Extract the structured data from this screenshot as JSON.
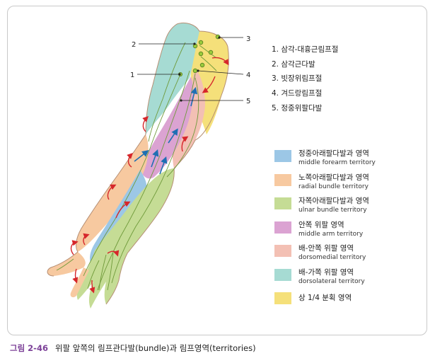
{
  "callouts": [
    "1",
    "2",
    "3",
    "4",
    "5"
  ],
  "labels": [
    "1. 삼각-대흉근림프절",
    "2. 삼각근다발",
    "3. 빗장위림프절",
    "4. 겨드랑림프절",
    "5. 정중위팔다발"
  ],
  "legend": [
    {
      "ko": "정중아래팔다발과 영역",
      "en": "middle forearm territory",
      "color": "#9cc7e6"
    },
    {
      "ko": "노쪽아래팔다발과 영역",
      "en": "radial bundle territory",
      "color": "#f7c9a0"
    },
    {
      "ko": "자쪽아래팔다발과 영역",
      "en": "ulnar bundle territory",
      "color": "#c5dc95"
    },
    {
      "ko": "안쪽 위팔 영역",
      "en": "middle arm territory",
      "color": "#dba3d2"
    },
    {
      "ko": "배-안쪽 위팔 영역",
      "en": "dorsomedial territory",
      "color": "#f3c0b4"
    },
    {
      "ko": "배-가쪽 위팔 영역",
      "en": "dorsolateral territory",
      "color": "#a6dbd3"
    },
    {
      "ko": "상 1/4 분획 영역",
      "en": "",
      "color": "#f5e07a"
    }
  ],
  "caption": {
    "number": "그림 2-46",
    "text": "위팔 앞쪽의 림프관다발(bundle)과 림프영역(territories)"
  },
  "colors": {
    "accent": "#7b3f97",
    "arrow_red": "#d6262b",
    "arrow_blue": "#1f6fb3",
    "vessel": "#6f9a3a",
    "node": "#9acb3c"
  }
}
